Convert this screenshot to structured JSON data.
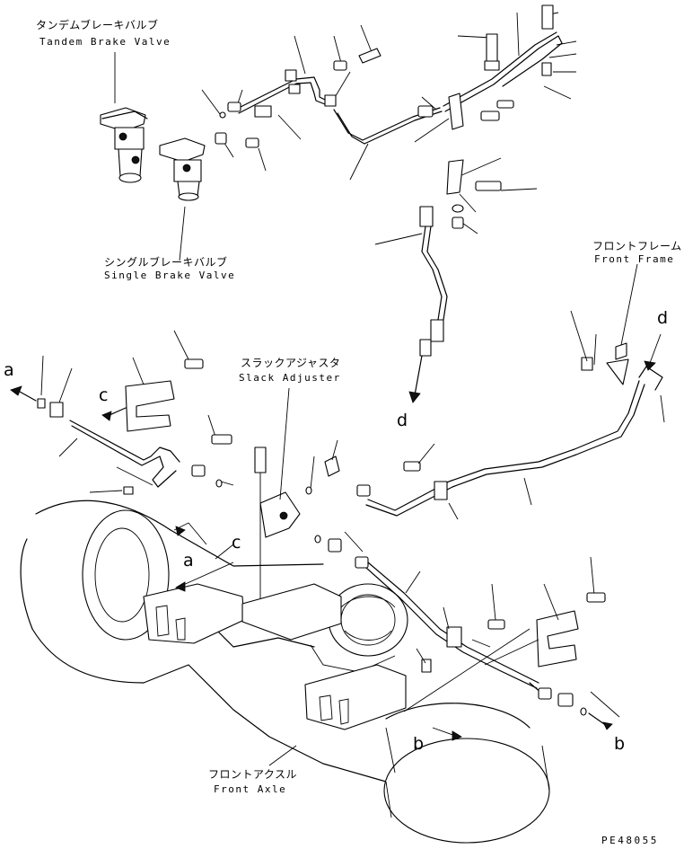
{
  "labels": {
    "tandem_brake_valve_jp": "タンデムブレーキバルブ",
    "tandem_brake_valve_en": "Tandem Brake Valve",
    "single_brake_valve_jp": "シングルブレーキバルブ",
    "single_brake_valve_en": "Single Brake Valve",
    "slack_adjuster_jp": "スラックアジャスタ",
    "slack_adjuster_en": "Slack Adjuster",
    "front_frame_jp": "フロントフレーム",
    "front_frame_en": "Front Frame",
    "front_axle_jp": "フロントアクスル",
    "front_axle_en": "Front Axle"
  },
  "connection_letters": {
    "a": "a",
    "b": "b",
    "c": "c",
    "d": "d"
  },
  "drawing_code": "PE48055"
}
